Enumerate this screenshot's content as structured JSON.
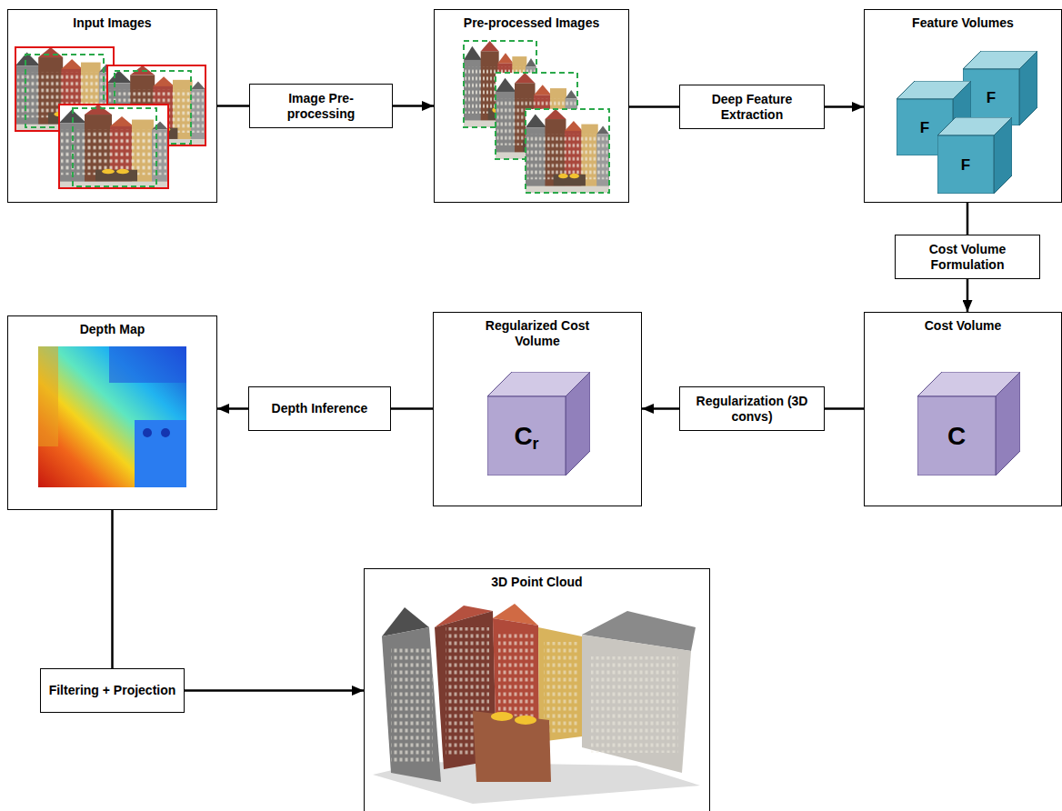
{
  "diagram": {
    "nodes": [
      {
        "text": [
          "Input Images"
        ]
      },
      {
        "text": [
          "Image Pre-processing"
        ]
      },
      {
        "text": [
          "Pre-processed Images"
        ]
      },
      {
        "text": [
          "Deep Feature Extraction"
        ]
      },
      {
        "text": [
          "Feature Volumes"
        ]
      },
      {
        "text": [
          "F"
        ],
        "in": 4
      },
      {
        "text": [
          "F"
        ],
        "in": 4
      },
      {
        "text": [
          "F"
        ],
        "in": 4
      },
      {
        "text": [
          "Cost Volume Formulation"
        ]
      },
      {
        "text": [
          "Depth Map"
        ]
      },
      {
        "text": [
          "Depth Inference"
        ]
      },
      {
        "text": [
          "Regularized Cost Volume"
        ]
      },
      {
        "text": [
          "C",
          "r"
        ],
        "in": 11
      },
      {
        "text": [
          "Regularization (3D convs)"
        ]
      },
      {
        "text": [
          "Cost Volume"
        ]
      },
      {
        "text": [
          "C"
        ],
        "in": 14
      },
      {
        "text": [
          "Filtering + Projection"
        ]
      },
      {
        "text": [
          "3D Point Cloud"
        ]
      }
    ],
    "edges": [
      {
        "from": 0,
        "to": 1,
        "arrow": "none"
      },
      {
        "from": 1,
        "to": 2,
        "arrow": "to"
      },
      {
        "from": 2,
        "to": 3,
        "arrow": "none"
      },
      {
        "from": 3,
        "to": 4,
        "arrow": "to"
      },
      {
        "from": 4,
        "to": 8,
        "arrow": "none"
      },
      {
        "from": 8,
        "to": 14,
        "arrow": "to"
      },
      {
        "from": 14,
        "to": 13,
        "arrow": "none"
      },
      {
        "from": 13,
        "to": 11,
        "arrow": "to"
      },
      {
        "from": 11,
        "to": 10,
        "arrow": "none"
      },
      {
        "from": 10,
        "to": 9,
        "arrow": "to"
      },
      {
        "from": 9,
        "to": 16,
        "arrow": "none"
      },
      {
        "from": 16,
        "to": 17,
        "arrow": "to"
      }
    ]
  }
}
